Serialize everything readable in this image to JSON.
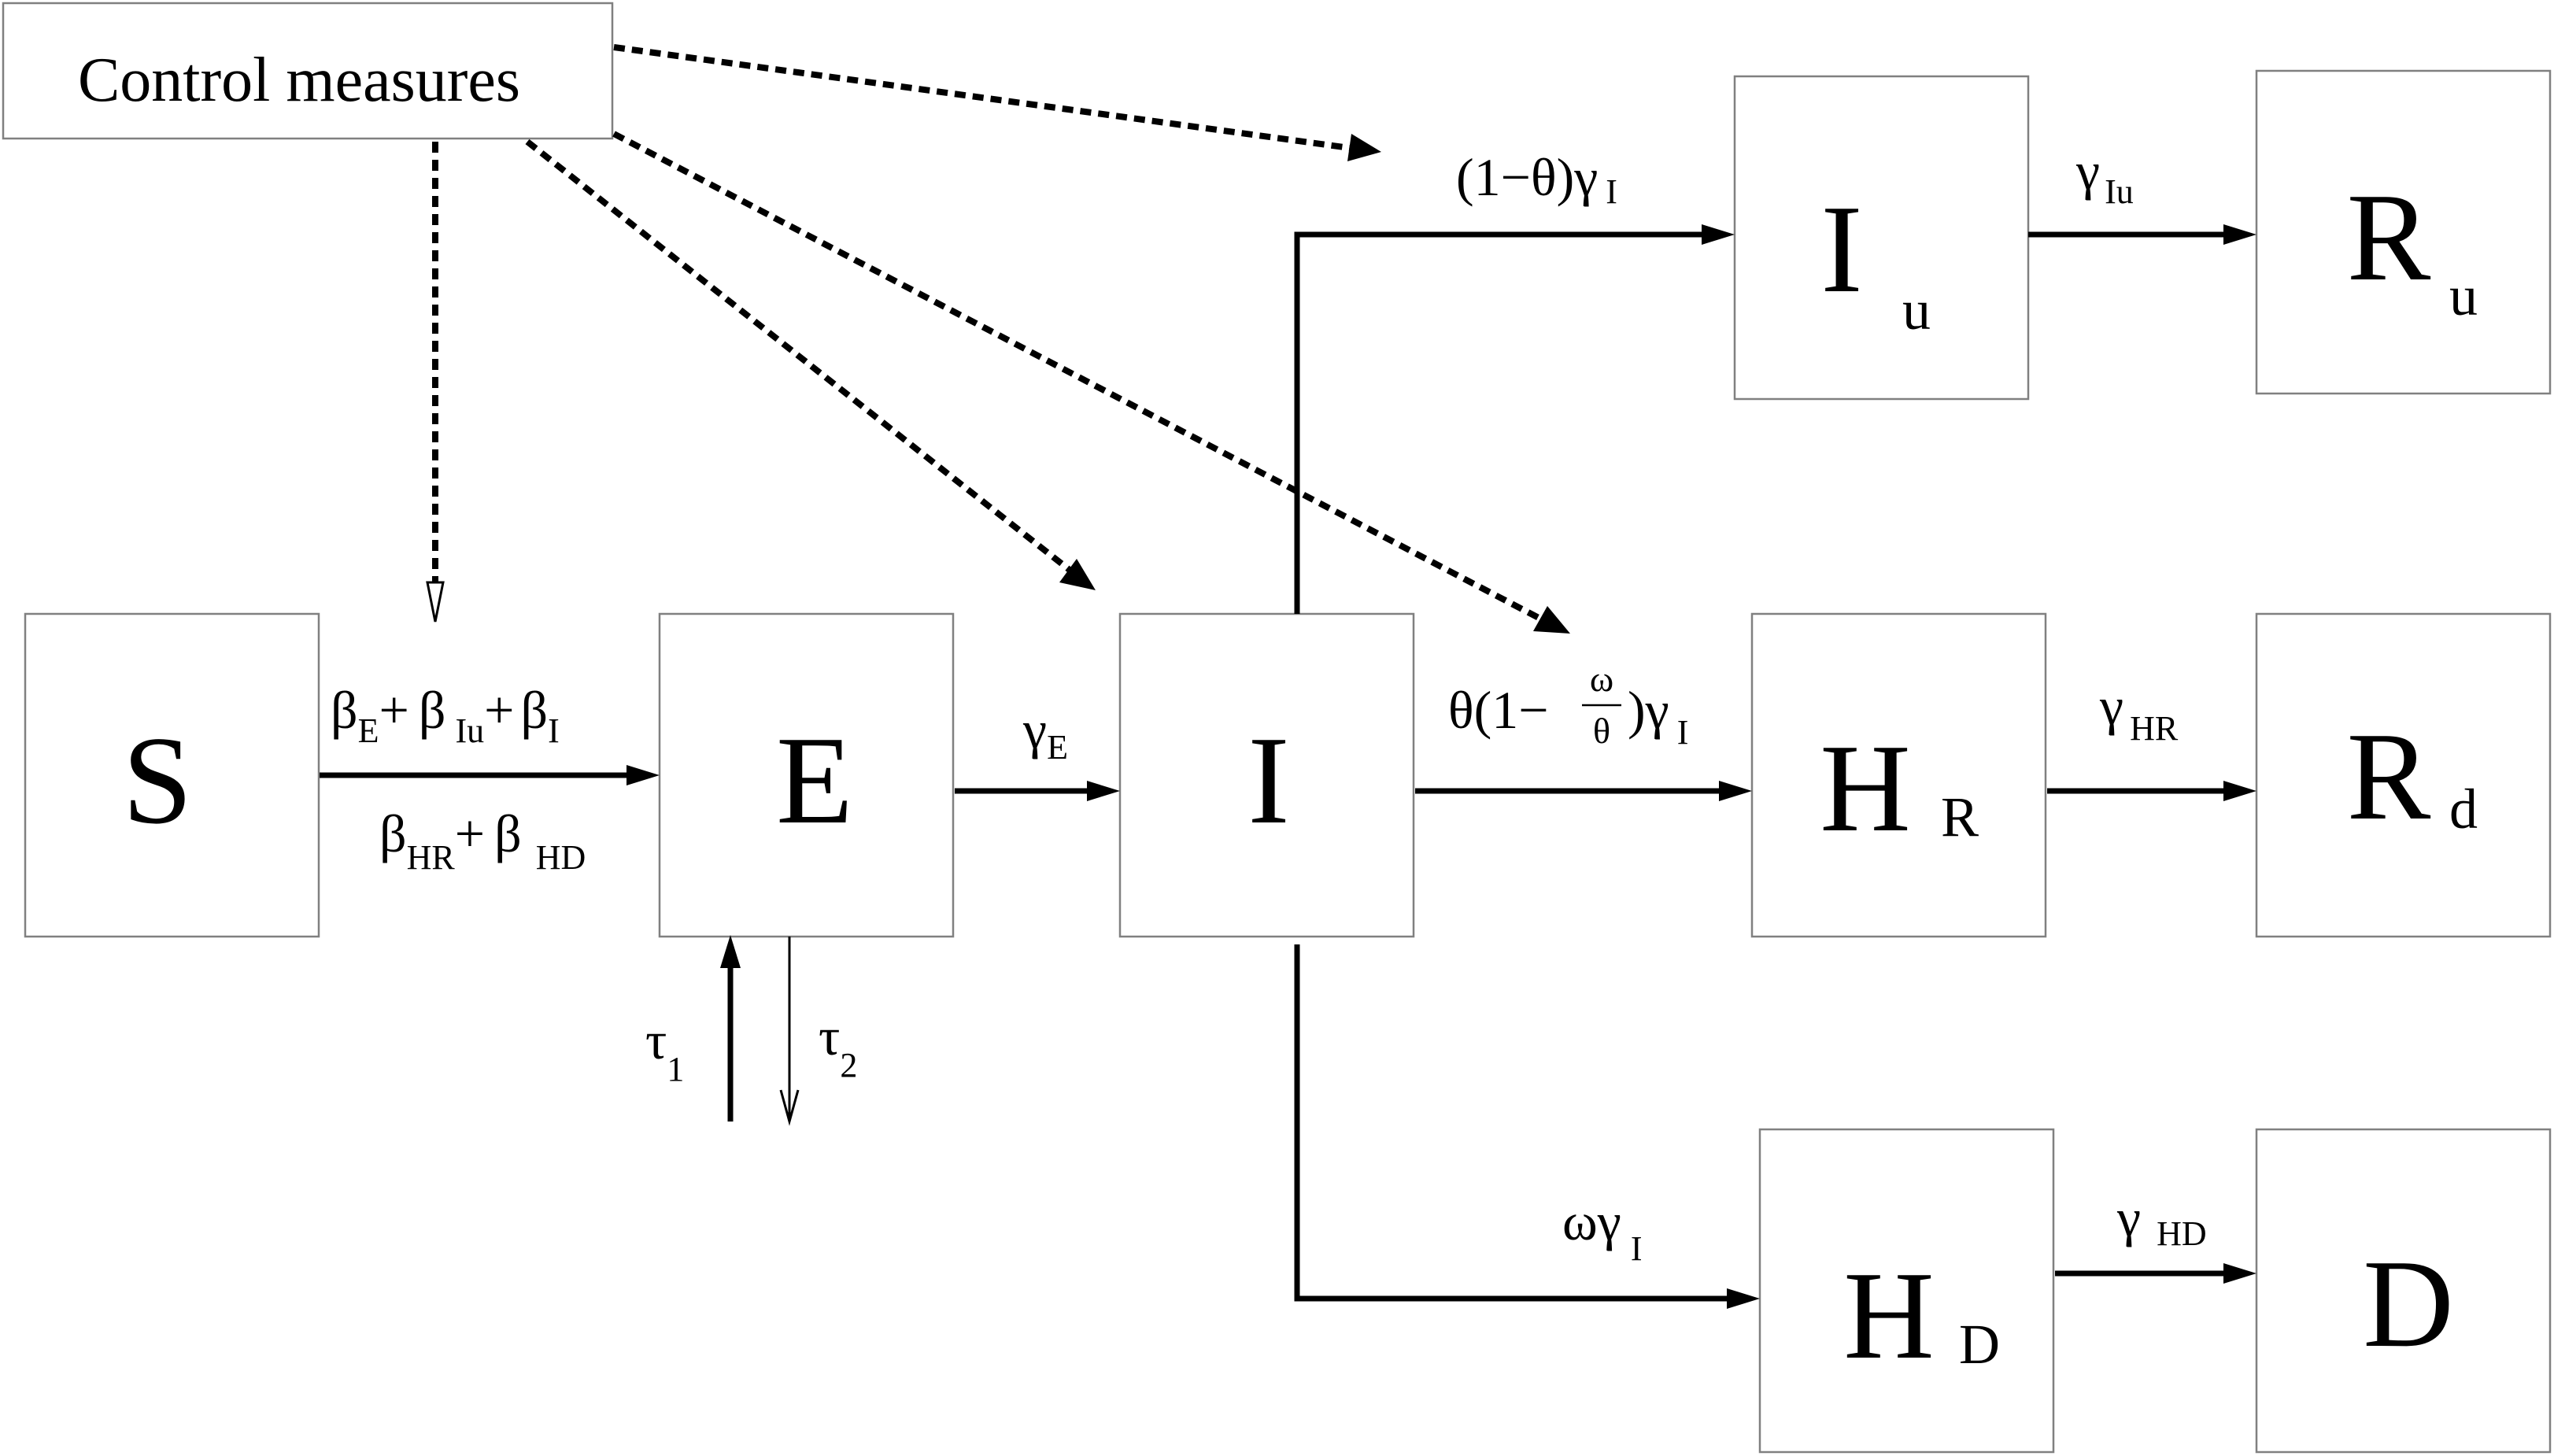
{
  "control": {
    "label": "Control measures"
  },
  "nodes": {
    "S": {
      "main": "S",
      "sub": ""
    },
    "E": {
      "main": "E",
      "sub": ""
    },
    "I": {
      "main": "I",
      "sub": ""
    },
    "Iu": {
      "main": "I",
      "sub": "u"
    },
    "Ru": {
      "main": "R",
      "sub": "u"
    },
    "HR": {
      "main": "H",
      "sub": "R"
    },
    "Rd": {
      "main": "R",
      "sub": "d"
    },
    "HD": {
      "main": "H",
      "sub": "D"
    },
    "D": {
      "main": "D",
      "sub": ""
    }
  },
  "rates": {
    "S_E_top": {
      "b1": "β",
      "s1": "E",
      "plus1": "+",
      "b2": "β",
      "s2": "Iu",
      "plus2": "+",
      "b3": "β",
      "s3": "I"
    },
    "S_E_bottom": {
      "b1": "β",
      "s1": "HR",
      "plus": "+",
      "b2": "β",
      "s2": "HD"
    },
    "E_I": {
      "g": "γ",
      "s": "E"
    },
    "I_Iu": {
      "prefix": "(1−θ)γ",
      "s": "I"
    },
    "Iu_Ru": {
      "g": "γ",
      "s": "Iu"
    },
    "I_HR": {
      "prefix": "θ(1−",
      "num": "ω",
      "den": "θ",
      "suffix": ")γ",
      "s": "I"
    },
    "HR_Rd": {
      "g": "γ",
      "s": "HR"
    },
    "I_HD": {
      "prefix": "ωγ",
      "s": "I"
    },
    "HD_D": {
      "g": "γ",
      "s": "HD"
    },
    "tau1": {
      "t": "τ",
      "s": "1"
    },
    "tau2": {
      "t": "τ",
      "s": "2"
    }
  }
}
